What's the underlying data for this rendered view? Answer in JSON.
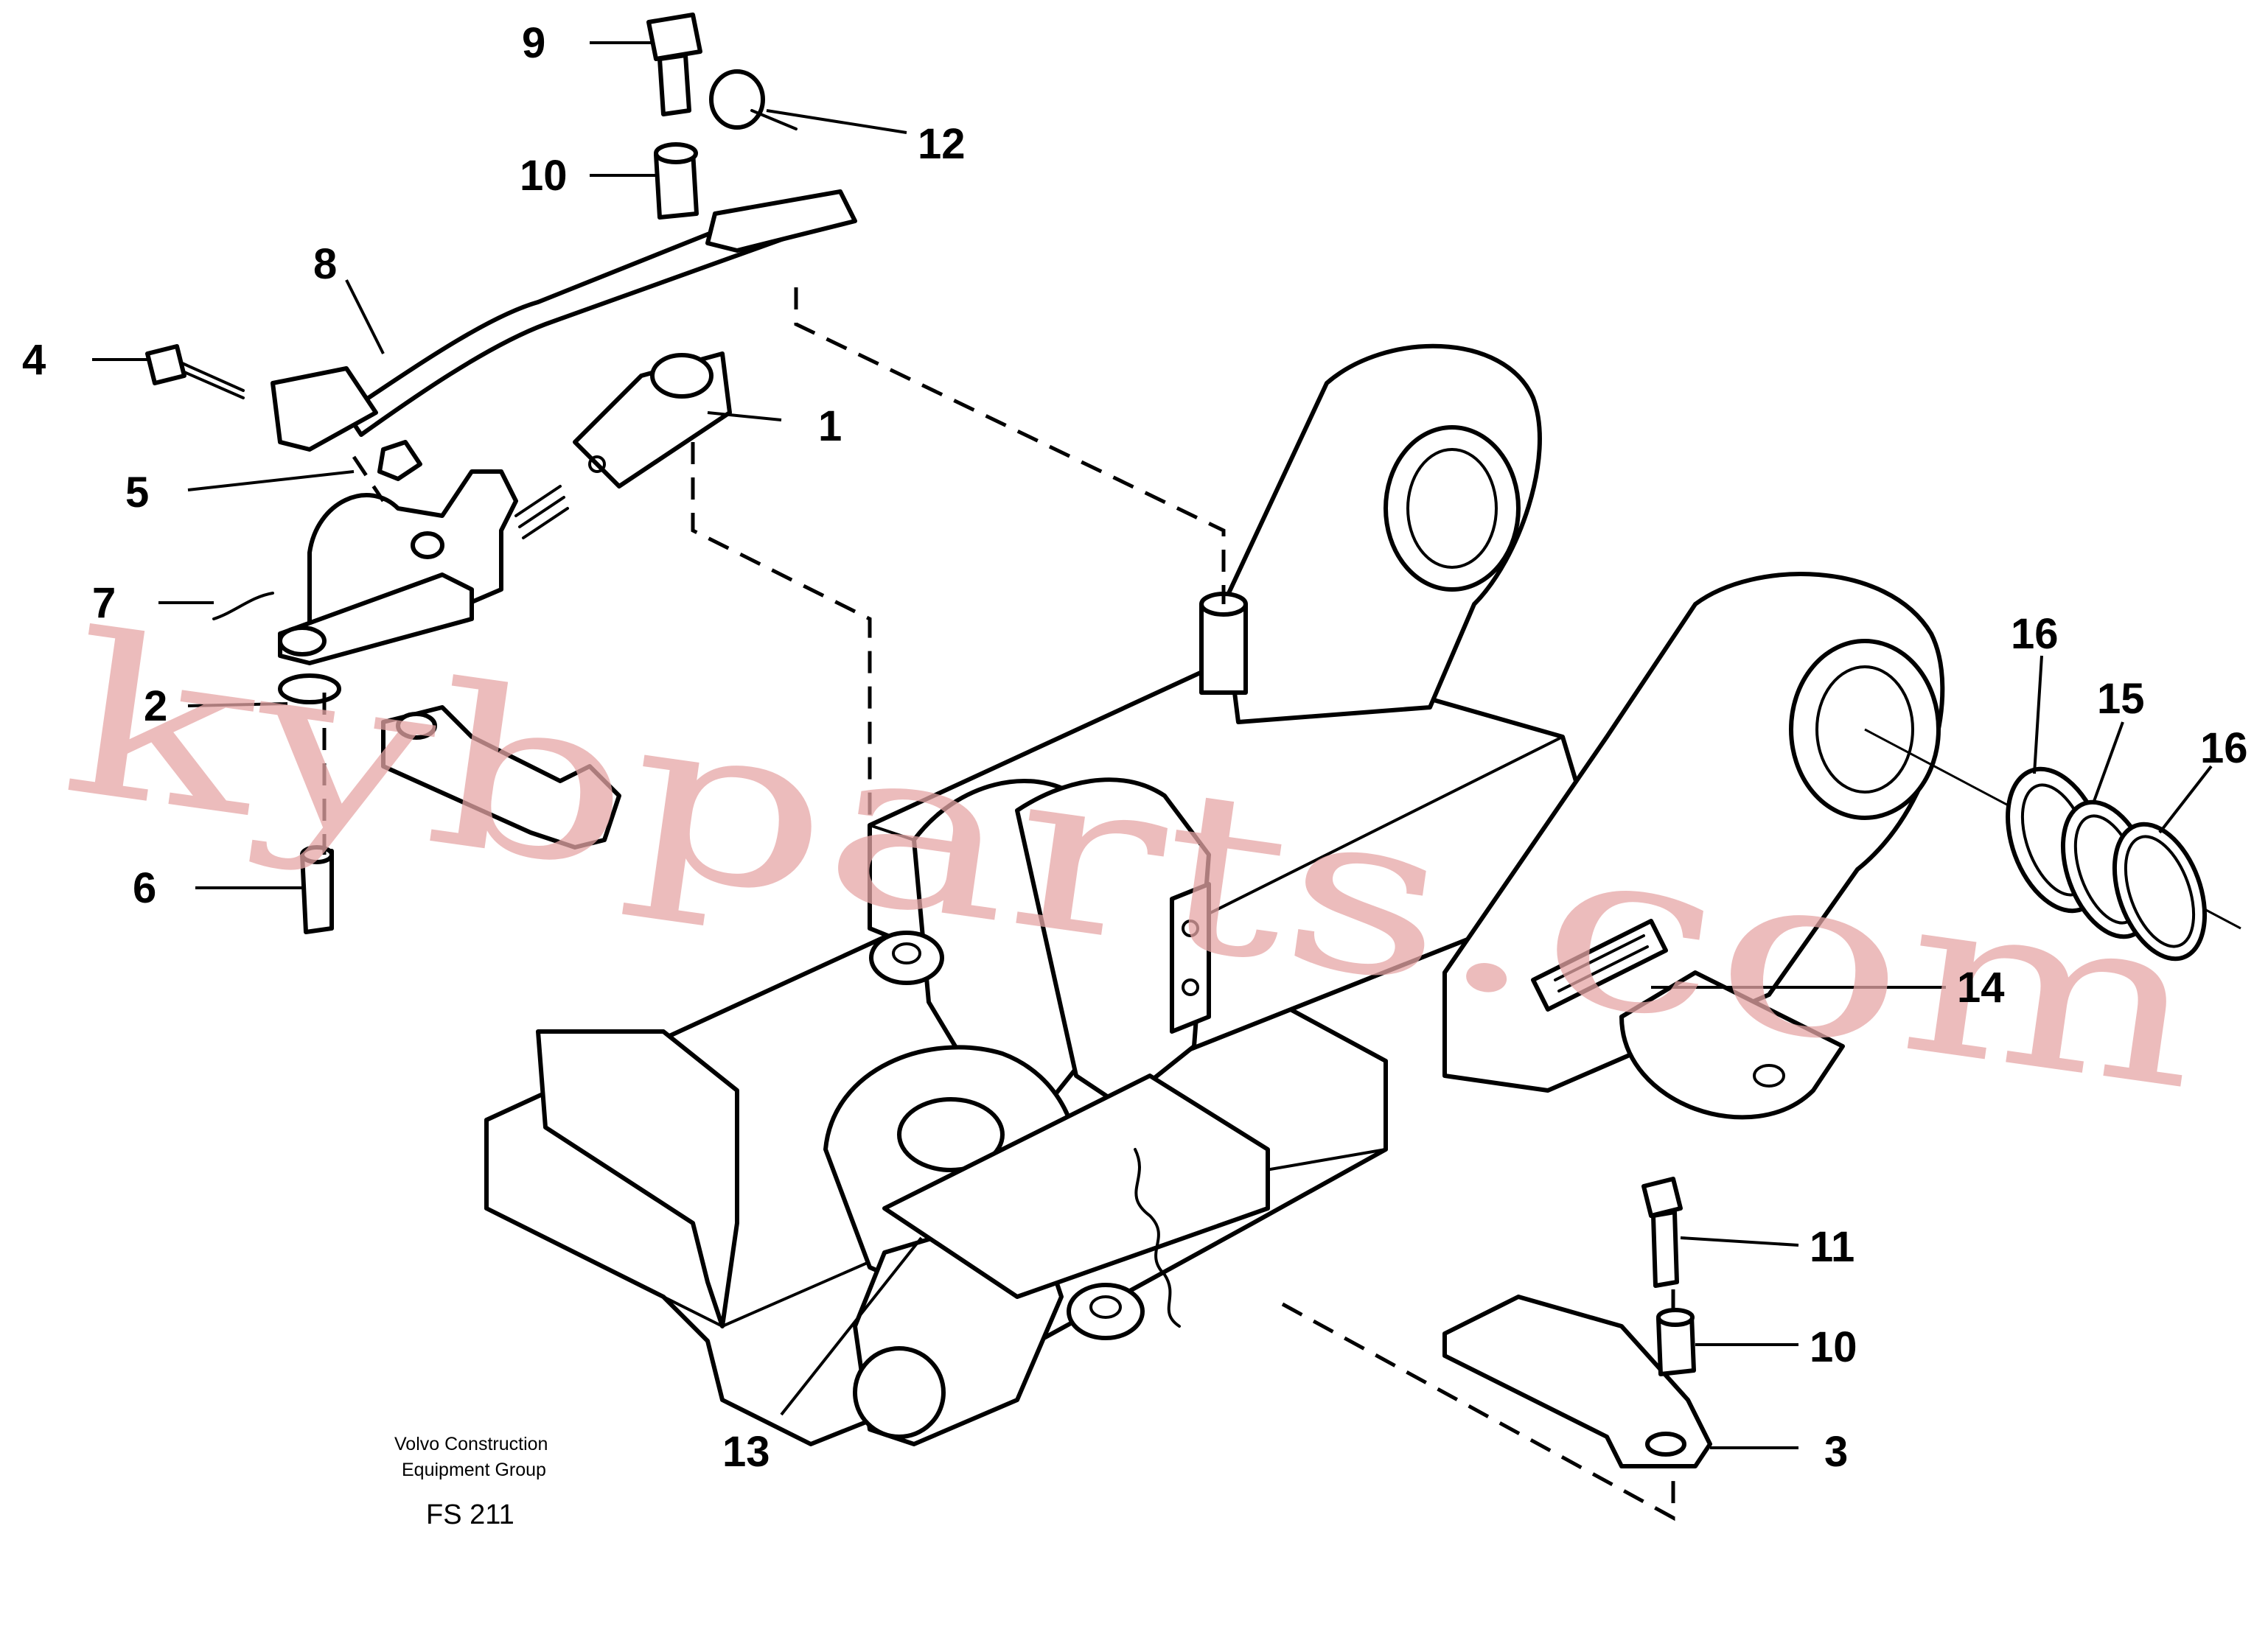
{
  "callouts": [
    {
      "id": "c9",
      "label": "9"
    },
    {
      "id": "c12",
      "label": "12"
    },
    {
      "id": "c10a",
      "label": "10"
    },
    {
      "id": "c8",
      "label": "8"
    },
    {
      "id": "c4",
      "label": "4"
    },
    {
      "id": "c1",
      "label": "1"
    },
    {
      "id": "c5",
      "label": "5"
    },
    {
      "id": "c7",
      "label": "7"
    },
    {
      "id": "c2",
      "label": "2"
    },
    {
      "id": "c6",
      "label": "6"
    },
    {
      "id": "c16a",
      "label": "16"
    },
    {
      "id": "c15",
      "label": "15"
    },
    {
      "id": "c16b",
      "label": "16"
    },
    {
      "id": "c14",
      "label": "14"
    },
    {
      "id": "c11",
      "label": "11"
    },
    {
      "id": "c10b",
      "label": "10"
    },
    {
      "id": "c13",
      "label": "13"
    },
    {
      "id": "c3",
      "label": "3"
    }
  ],
  "caption": {
    "line1": "Volvo Construction",
    "line2": "Equipment Group",
    "code": "FS 211"
  },
  "watermark": "kybparts.com"
}
